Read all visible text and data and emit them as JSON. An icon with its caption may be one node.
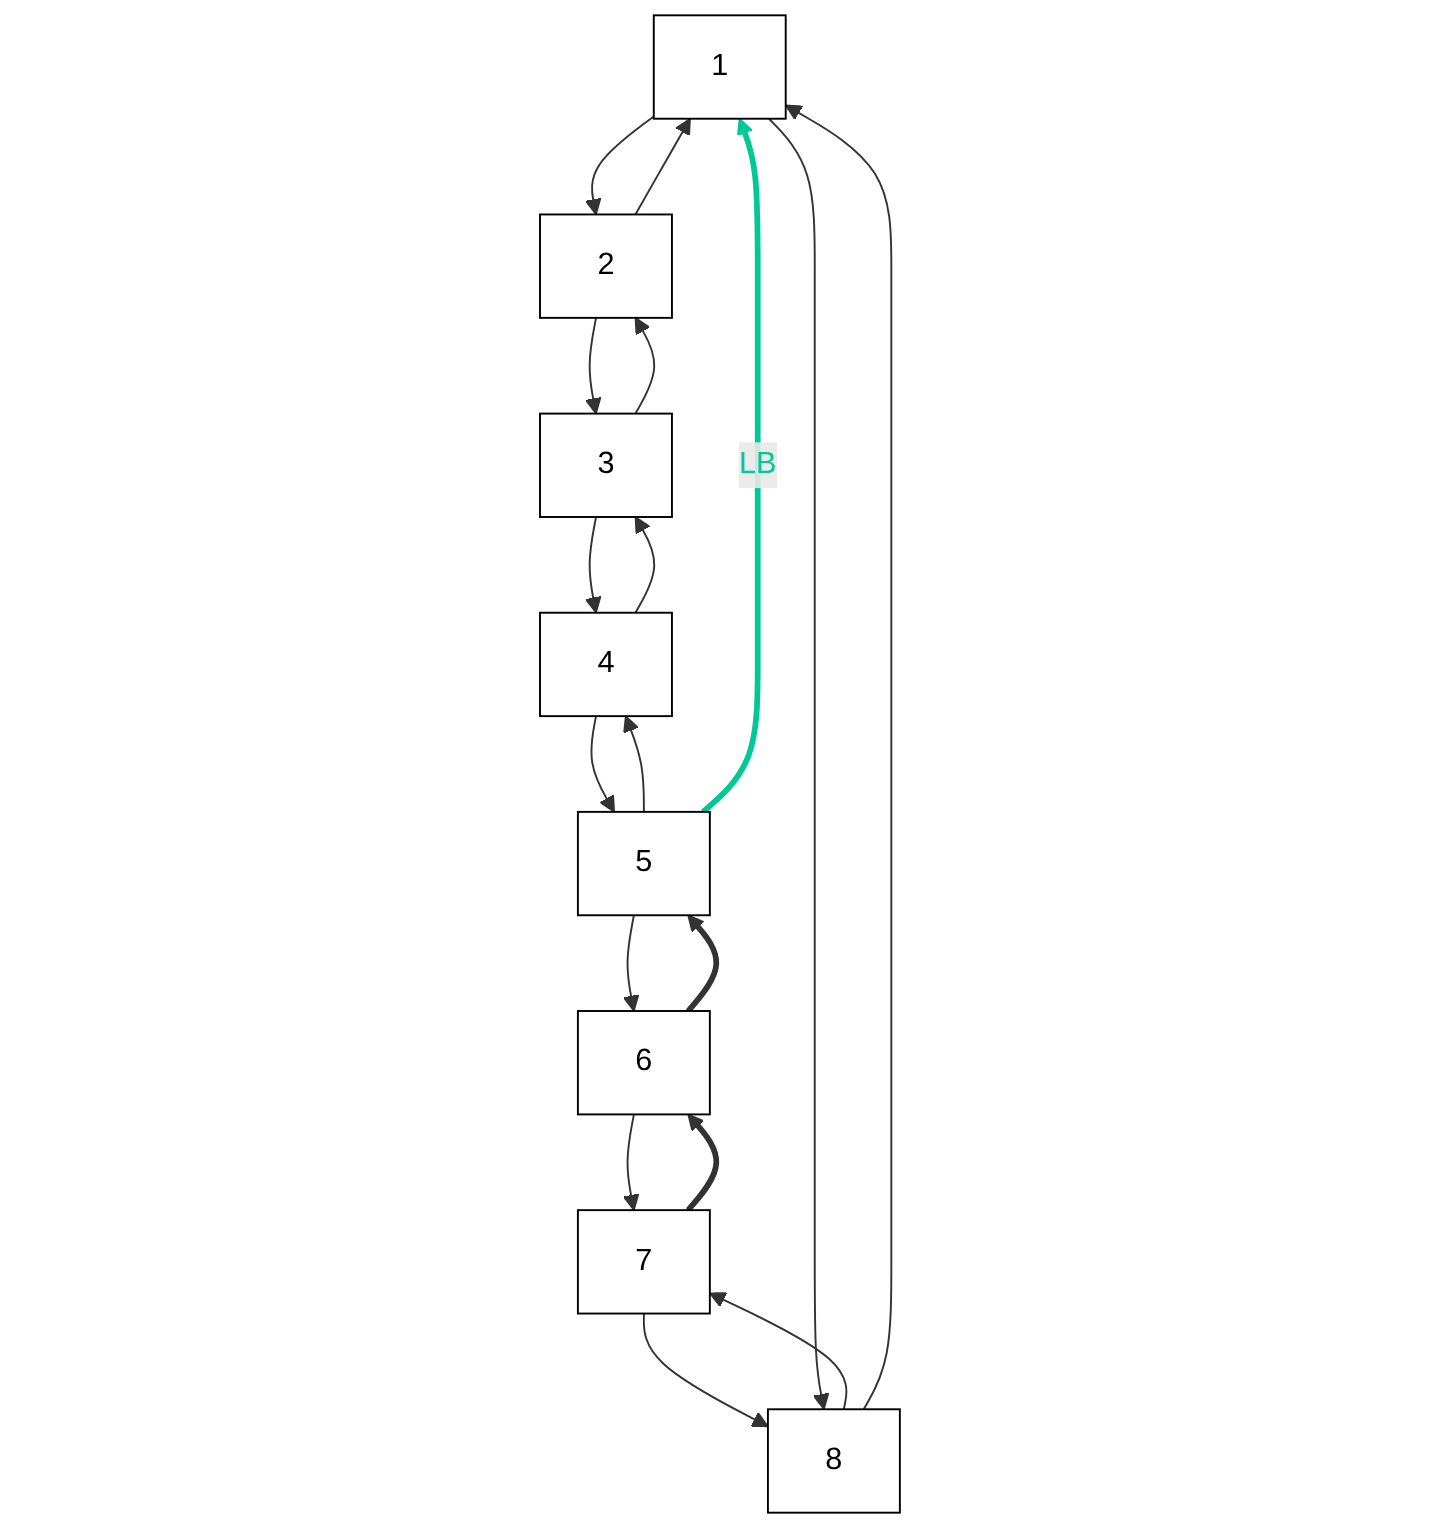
{
  "diagram": {
    "nodes": [
      {
        "text": [
          "1"
        ]
      },
      {
        "text": [
          "2"
        ]
      },
      {
        "text": [
          "3"
        ]
      },
      {
        "text": [
          "4"
        ]
      },
      {
        "text": [
          "5"
        ]
      },
      {
        "text": [
          "6"
        ]
      },
      {
        "text": [
          "7"
        ]
      },
      {
        "text": [
          "8"
        ]
      }
    ],
    "edges": [
      {
        "from": 0,
        "to": 1,
        "arrow": "to"
      },
      {
        "from": 1,
        "to": 0,
        "arrow": "to"
      },
      {
        "from": 1,
        "to": 2,
        "arrow": "to"
      },
      {
        "from": 2,
        "to": 1,
        "arrow": "to"
      },
      {
        "from": 2,
        "to": 3,
        "arrow": "to"
      },
      {
        "from": 3,
        "to": 2,
        "arrow": "to"
      },
      {
        "from": 3,
        "to": 4,
        "arrow": "to"
      },
      {
        "from": 4,
        "to": 3,
        "arrow": "to"
      },
      {
        "from": 4,
        "to": 5,
        "arrow": "to"
      },
      {
        "from": 5,
        "to": 4,
        "arrow": "to",
        "style": "thick"
      },
      {
        "from": 6,
        "to": 5,
        "arrow": "to",
        "style": "thick"
      },
      {
        "from": 5,
        "to": 6,
        "arrow": "to"
      },
      {
        "from": 7,
        "to": 6,
        "arrow": "to"
      },
      {
        "from": 6,
        "to": 7,
        "arrow": "to"
      },
      {
        "from": 7,
        "to": 0,
        "arrow": "to"
      },
      {
        "from": 0,
        "to": 7,
        "arrow": "to"
      },
      {
        "from": 4,
        "to": 0,
        "arrow": "to",
        "label": "LB",
        "style": "thick",
        "color": "#00c896"
      }
    ]
  }
}
